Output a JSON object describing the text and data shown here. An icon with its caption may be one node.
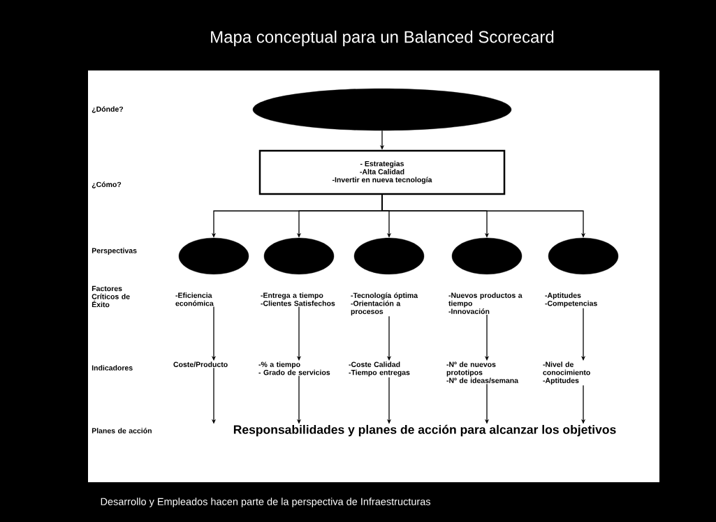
{
  "diagram": {
    "title": "Mapa conceptual para un Balanced Scorecard",
    "caption": "Desarrollo y Empleados hacen parte de la perspectiva de Infraestructuras",
    "nodes": [
      {
        "text": [],
        "shape": "ellipse"
      },
      {
        "text": [
          "- Estrategias",
          "-Alta Calidad",
          "-Invertir en nueva tecnología"
        ]
      },
      {
        "text": [],
        "shape": "ellipse"
      },
      {
        "text": [],
        "shape": "ellipse"
      },
      {
        "text": [],
        "shape": "ellipse"
      },
      {
        "text": [],
        "shape": "ellipse"
      },
      {
        "text": [],
        "shape": "ellipse"
      },
      {
        "text": [
          "-Eficiencia económica"
        ]
      },
      {
        "text": [
          "-Entrega a tiempo",
          "-Clientes Satisfechos"
        ]
      },
      {
        "text": [
          "-Tecnología óptima",
          "-Orientación a procesos"
        ]
      },
      {
        "text": [
          "-Nuevos productos a tiempo",
          "-Innovación"
        ]
      },
      {
        "text": [
          "-Aptitudes",
          "-Competencias"
        ]
      },
      {
        "text": [
          "Coste/Producto"
        ]
      },
      {
        "text": [
          "-% a tiempo",
          "- Grado de servicios"
        ]
      },
      {
        "text": [
          "-Coste Calidad",
          "-Tiempo entregas"
        ]
      },
      {
        "text": [
          "-Nº de nuevos prototipos",
          "-Nº de ideas/semana"
        ]
      },
      {
        "text": [
          "-Nivel de conocimiento",
          "-Aptitudes"
        ]
      },
      {
        "text": [
          "Responsabilidades y planes de acción para alcanzar los objetivos"
        ]
      }
    ],
    "edges": [
      {
        "from": 0,
        "to": 1,
        "arrow": "to"
      },
      {
        "from": 1,
        "to": 2,
        "arrow": "to"
      },
      {
        "from": 1,
        "to": 3,
        "arrow": "to"
      },
      {
        "from": 1,
        "to": 4,
        "arrow": "to"
      },
      {
        "from": 1,
        "to": 5,
        "arrow": "to"
      },
      {
        "from": 1,
        "to": 6,
        "arrow": "to"
      },
      {
        "from": 7,
        "to": 12,
        "arrow": "to"
      },
      {
        "from": 8,
        "to": 13,
        "arrow": "to"
      },
      {
        "from": 9,
        "to": 14,
        "arrow": "to"
      },
      {
        "from": 10,
        "to": 15,
        "arrow": "to"
      },
      {
        "from": 11,
        "to": 16,
        "arrow": "to"
      },
      {
        "from": 12,
        "to": 17,
        "arrow": "to"
      },
      {
        "from": 13,
        "to": 17,
        "arrow": "to"
      },
      {
        "from": 14,
        "to": 17,
        "arrow": "to"
      },
      {
        "from": 15,
        "to": 17,
        "arrow": "to"
      },
      {
        "from": 16,
        "to": 17,
        "arrow": "to"
      }
    ],
    "labels": [
      "¿Dónde?",
      "¿Cómo?",
      "Perspectivas",
      "Factores Críticos de Éxito",
      "Indicadores",
      "Planes de acción"
    ]
  }
}
